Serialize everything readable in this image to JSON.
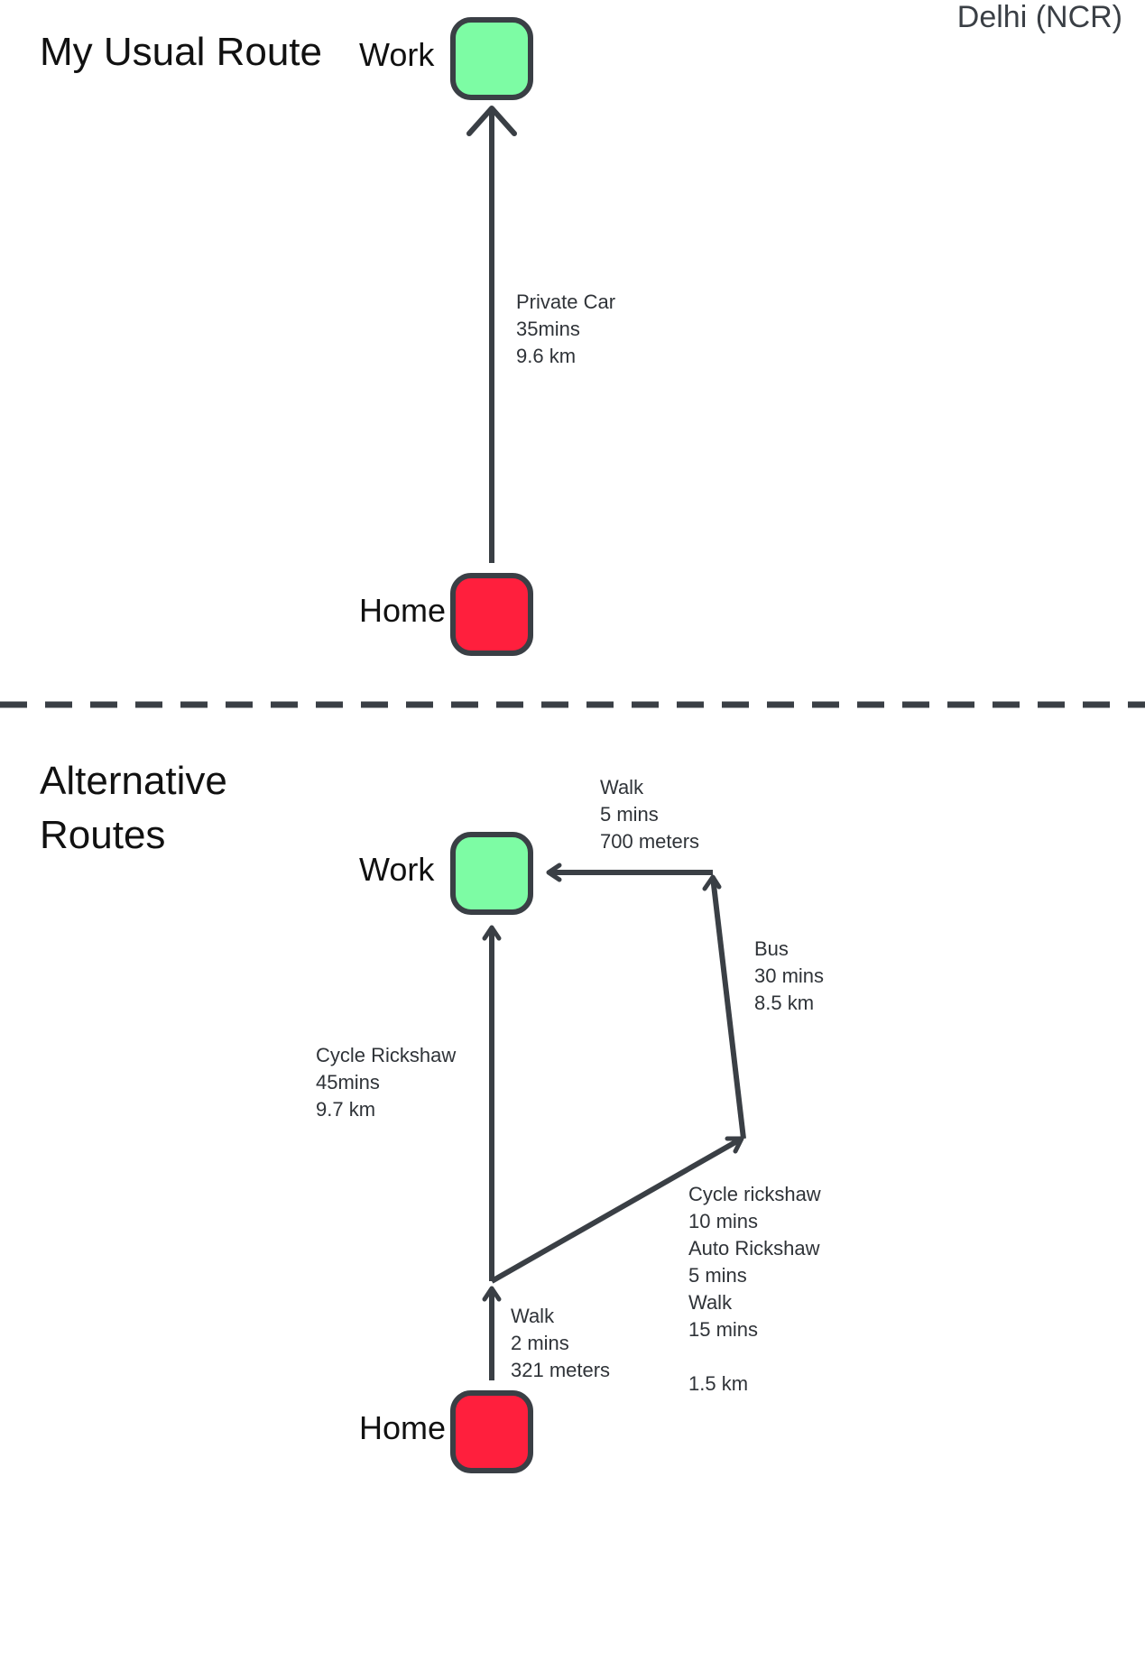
{
  "region": "Delhi (NCR)",
  "colors": {
    "home": "#ff1f3d",
    "work": "#7dfca4",
    "stroke": "#3a3f45"
  },
  "usual": {
    "title": "My Usual Route",
    "work_label": "Work",
    "home_label": "Home",
    "car": {
      "mode": "Private Car",
      "time": "35mins",
      "distance": "9.6 km"
    }
  },
  "alternative": {
    "title": "Alternative Routes",
    "work_label": "Work",
    "home_label": "Home",
    "walk_to_stop": {
      "mode": "Walk",
      "time": "2 mins",
      "distance": "321 meters"
    },
    "cycle_rickshaw": {
      "mode": "Cycle Rickshaw",
      "time": "45mins",
      "distance": "9.7 km"
    },
    "multi_leg": {
      "lines": [
        "Cycle rickshaw",
        "10 mins",
        "Auto Rickshaw",
        "5 mins",
        "Walk",
        "15 mins"
      ],
      "distance": "1.5 km"
    },
    "bus": {
      "mode": "Bus",
      "time": "30 mins",
      "distance": "8.5 km"
    },
    "walk_to_work": {
      "mode": "Walk",
      "time": "5 mins",
      "distance": "700 meters"
    }
  }
}
